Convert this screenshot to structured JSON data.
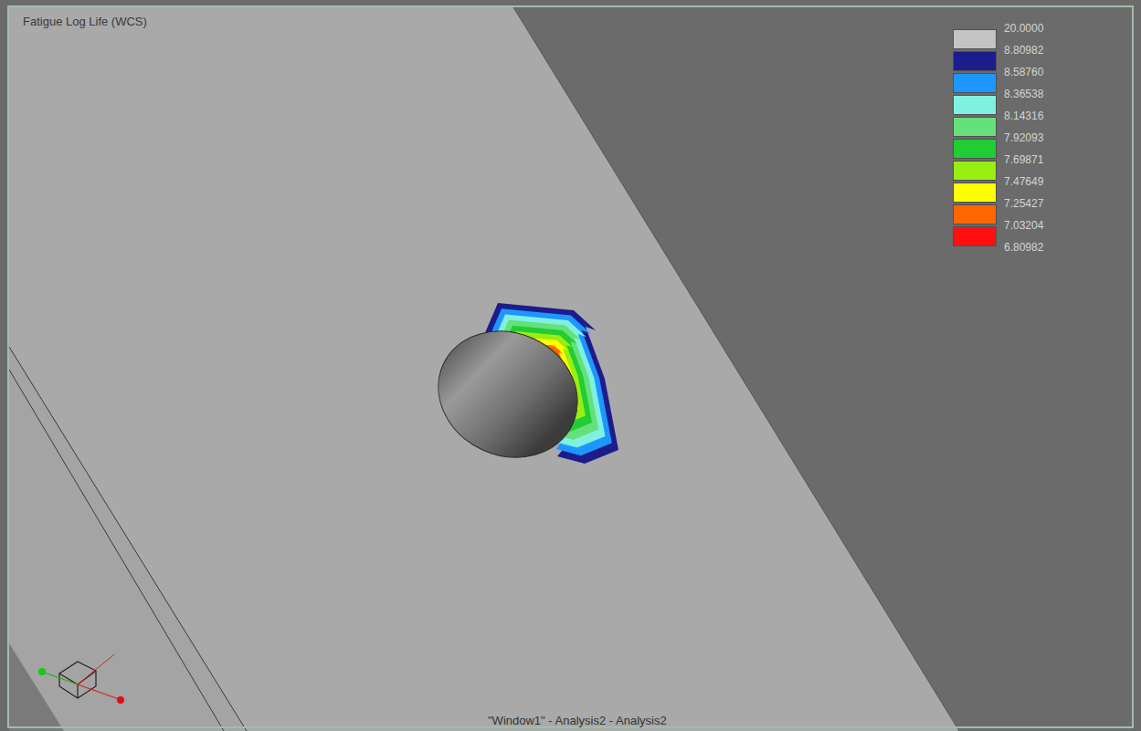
{
  "diagram": {
    "title": "Fatigue Log Life (WCS)",
    "caption": "\"Window1\" - Analysis2 - Analysis2",
    "labels": [
      "6.80982"
    ],
    "legend": [
      {
        "text": "20.0000",
        "color": "#c4c4c4"
      },
      {
        "text": "8.80982",
        "color": "#1c1c8c"
      },
      {
        "text": "8.58760",
        "color": "#1e96ff"
      },
      {
        "text": "8.36538",
        "color": "#80f0e0"
      },
      {
        "text": "8.14316",
        "color": "#66e07a"
      },
      {
        "text": "7.92093",
        "color": "#22cc33"
      },
      {
        "text": "7.69871",
        "color": "#99ee11"
      },
      {
        "text": "7.47649",
        "color": "#ffff00"
      },
      {
        "text": "7.25427",
        "color": "#ff6600"
      },
      {
        "text": "7.03204",
        "color": "#ff1010"
      }
    ]
  }
}
